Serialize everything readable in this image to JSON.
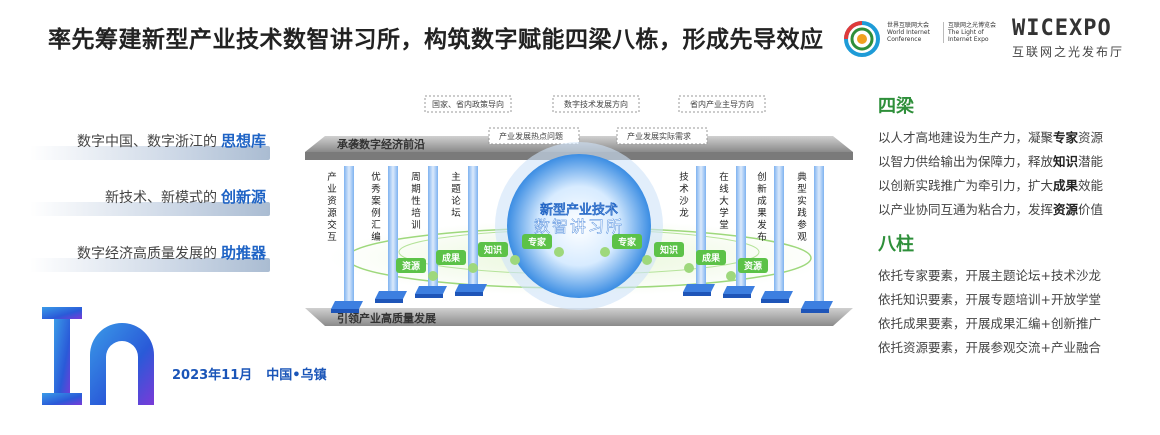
{
  "title": "率先筹建新型产业技术数智讲习所，构筑数字赋能四梁八栋，形成先导效应",
  "logos": {
    "wic_line1": "世界互联网大会",
    "wic_line2": "World Internet Conference",
    "wic_line3": "互联网之光博览会",
    "wic_line4": "The Light of Internet Expo",
    "expo_big": "WICEXPO",
    "expo_small": "互联网之光发布厅"
  },
  "left_items": [
    {
      "prefix": "数字中国、数字浙江的",
      "highlight": "思想库"
    },
    {
      "prefix": "新技术、新模式的",
      "highlight": "创新源"
    },
    {
      "prefix": "数字经济高质量发展的",
      "highlight": "助推器"
    }
  ],
  "event": {
    "date": "2023年11月",
    "place": "中国•乌镇"
  },
  "diagram": {
    "top_beam": "承袭数字经济前沿",
    "bottom_beam": "引领产业高质量发展",
    "top_tags": [
      "国家、省内政策导向",
      "数字技术发展方向",
      "省内产业主导方向",
      "产业发展热点问题",
      "产业发展实际需求"
    ],
    "center_line1": "新型产业技术",
    "center_line2": "数智讲习所",
    "left_pillars": [
      "产业资源交互",
      "优秀案例汇编",
      "周期性培训",
      "主题论坛"
    ],
    "right_pillars": [
      "技术沙龙",
      "在线大学堂",
      "创新成果发布",
      "典型实践参观"
    ],
    "ring_tags": [
      "资源",
      "成果",
      "知识",
      "专家",
      "专家",
      "知识",
      "成果",
      "资源"
    ],
    "colors": {
      "blue": "#1e63c5",
      "light_blue": "#5b9be8",
      "green": "#5cc248",
      "beam": "#8c8c8c"
    }
  },
  "four_beams": {
    "title": "四梁",
    "lines": [
      {
        "a": "以人才高地建设为生产力，凝聚",
        "b": "专家",
        "c": "资源"
      },
      {
        "a": "以智力供给输出为保障力，释放",
        "b": "知识",
        "c": "潜能"
      },
      {
        "a": "以创新实践推广为牵引力，扩大",
        "b": "成果",
        "c": "效能"
      },
      {
        "a": "以产业协同互通为粘合力，发挥",
        "b": "资源",
        "c": "价值"
      }
    ]
  },
  "eight_pillars": {
    "title": "八柱",
    "lines": [
      "依托专家要素，开展主题论坛+技术沙龙",
      "依托知识要素，开展专题培训+开放学堂",
      "依托成果要素，开展成果汇编+创新推广",
      "依托资源要素，开展参观交流+产业融合"
    ]
  }
}
